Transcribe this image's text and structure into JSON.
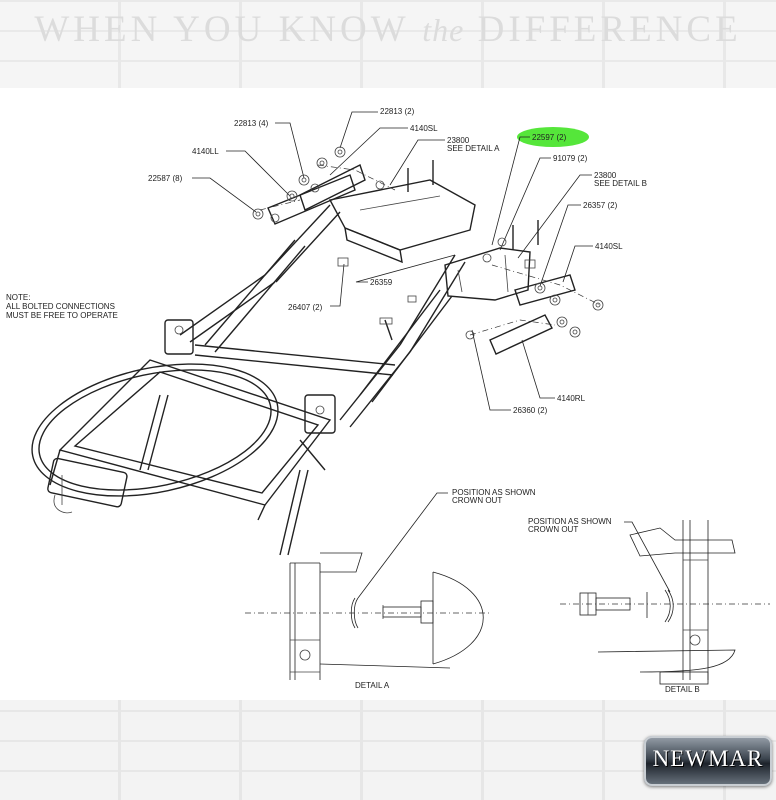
{
  "banner": {
    "part1": "WHEN YOU KNOW ",
    "part2": "the",
    "part3": " DIFFERENCE"
  },
  "logo": {
    "text": "NEWMAR"
  },
  "note": {
    "line1": "NOTE:",
    "line2": "ALL BOLTED CONNECTIONS",
    "line3": "MUST BE FREE TO OPERATE"
  },
  "callouts": {
    "c22813_2": "22813 (2)",
    "c22813_4": "22813 (4)",
    "c4140sl_top": "4140SL",
    "c23800_a_1": "23800",
    "c23800_a_2": "SEE DETAIL A",
    "c4140ll": "4140LL",
    "c22587": "22587 (8)",
    "c22597": "22597 (2)",
    "c91079": "91079 (2)",
    "c23800_b_1": "23800",
    "c23800_b_2": "SEE DETAIL B",
    "c26357": "26357 (2)",
    "c4140sl_right": "4140SL",
    "c26359": "26359",
    "c26407": "26407 (2)",
    "c4140rl": "4140RL",
    "c26360": "26360 (2)"
  },
  "details": {
    "a_position_1": "POSITION AS SHOWN",
    "a_position_2": "CROWN OUT",
    "a_label": "DETAIL A",
    "b_position_1": "POSITION AS SHOWN",
    "b_position_2": "CROWN OUT",
    "b_label": "DETAIL B"
  },
  "colors": {
    "highlight": "#55e63a",
    "ink": "#222222",
    "banner": "#dcdcdc"
  }
}
